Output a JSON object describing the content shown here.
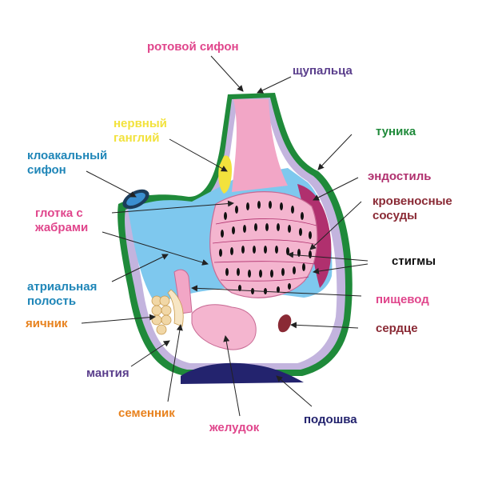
{
  "labels": {
    "oral_siphon": "ротовой сифон",
    "tentacles": "щупальца",
    "nerve_ganglion": [
      "нервный",
      "ганглий"
    ],
    "tunic": "туника",
    "cloacal_siphon": [
      "клоакальный",
      "сифон"
    ],
    "endostyle": "эндостиль",
    "pharynx": [
      "глотка с",
      "жабрами"
    ],
    "blood_vessels": [
      "кровеносные",
      "сосуды"
    ],
    "stigmata": "стигмы",
    "atrial_cavity": [
      "атриальная",
      "полость"
    ],
    "esophagus": "пищевод",
    "ovary": "яичник",
    "heart": "сердце",
    "mantle": "мантия",
    "testis": "семенник",
    "stomach": "желудок",
    "sole": "подошва"
  },
  "colors": {
    "oral_siphon": "#e0468c",
    "tentacles": "#5a3e8c",
    "nerve_ganglion": "#f2e23c",
    "tunic": "#1f8a3a",
    "cloacal_siphon": "#1f86b8",
    "endostyle": "#b0306e",
    "pharynx": "#e0468c",
    "blood_vessels": "#8a2a35",
    "stigmata": "#111111",
    "atrial_cavity": "#1f86b8",
    "esophagus": "#e0468c",
    "ovary": "#e8821e",
    "heart": "#8a2a35",
    "mantle": "#5a3e8c",
    "testis": "#e8821e",
    "stomach": "#e0468c",
    "sole": "#23236e"
  }
}
